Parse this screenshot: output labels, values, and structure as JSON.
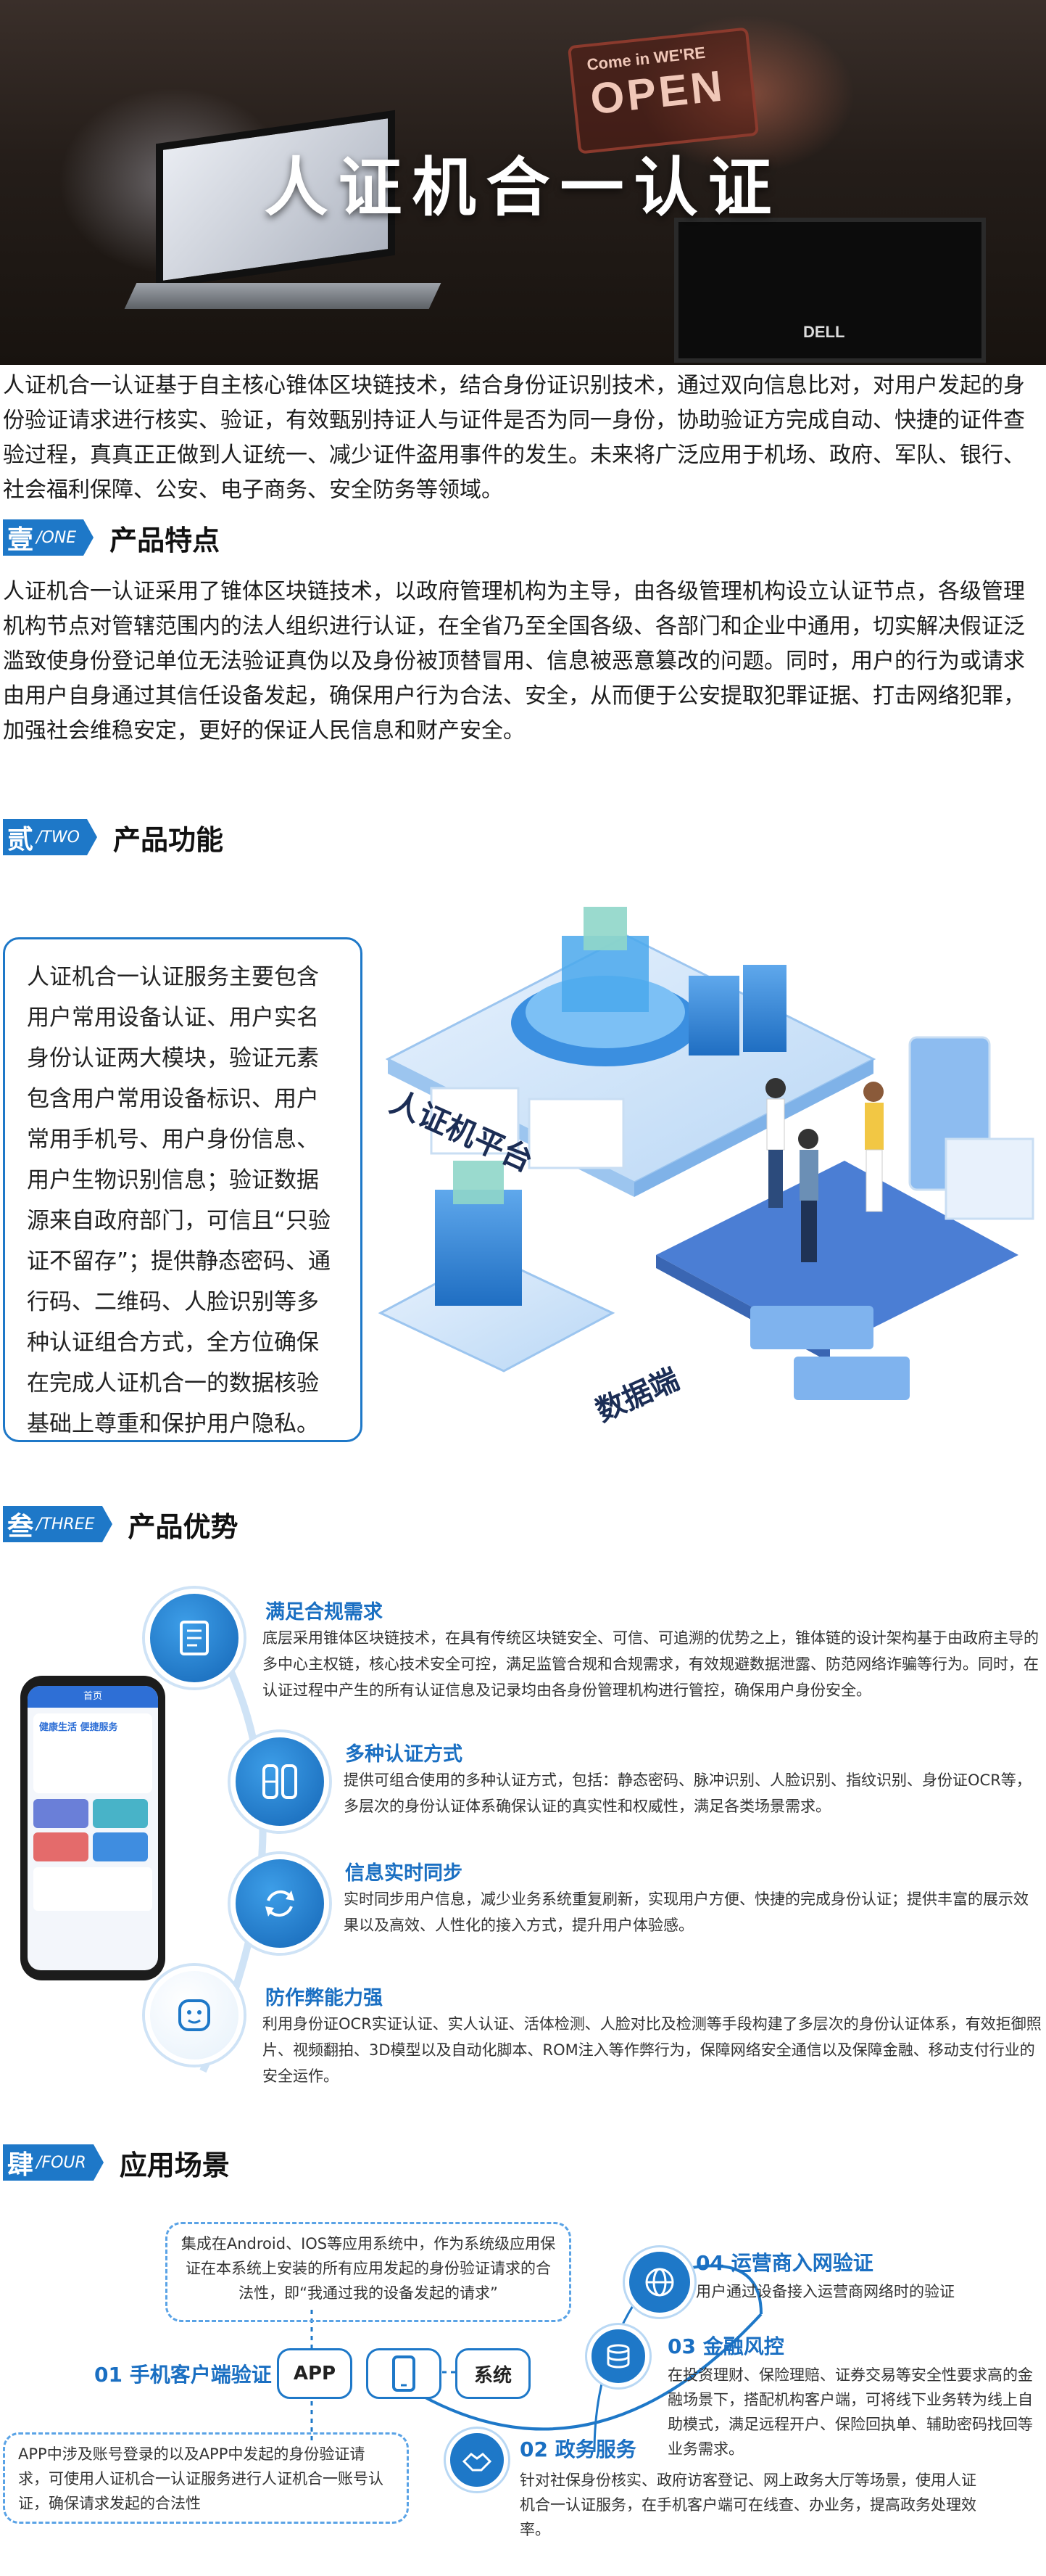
{
  "hero": {
    "title": "人证机合一认证",
    "sign_line1": "Come in WE'RE",
    "sign_line2": "OPEN",
    "monitor_brand": "DELL"
  },
  "intro": "人证机合一认证基于自主核心锥体区块链技术，结合身份证识别技术，通过双向信息比对，对用户发起的身份验证请求进行核实、验证，有效甄别持证人与证件是否为同一身份，协助验证方完成自动、快捷的证件查验过程，真真正正做到人证统一、减少证件盗用事件的发生。未来将广泛应用于机场、政府、军队、银行、社会福利保障、公安、电子商务、安全防务等领域。",
  "sections": {
    "s1": {
      "badge_zh": "壹",
      "badge_en": "ONE",
      "title": "产品特点"
    },
    "s2": {
      "badge_zh": "贰",
      "badge_en": "TWO",
      "title": "产品功能"
    },
    "s3": {
      "badge_zh": "叁",
      "badge_en": "THREE",
      "title": "产品优势"
    },
    "s4": {
      "badge_zh": "肆",
      "badge_en": "FOUR",
      "title": "应用场景"
    }
  },
  "features_text": "人证机合一认证采用了锥体区块链技术，以政府管理机构为主导，由各级管理机构设立认证节点，各级管理机构节点对管辖范围内的法人组织进行认证，在全省乃至全国各级、各部门和企业中通用，切实解决假证泛滥致使身份登记单位无法验证真伪以及身份被顶替冒用、信息被恶意篡改的问题。同时，用户的行为或请求由用户自身通过其信任设备发起，确保用户行为合法、安全，从而便于公安提取犯罪证据、打击网络犯罪，加强社会维稳安定，更好的保证人民信息和财产安全。",
  "function": {
    "text": "人证机合一认证服务主要包含用户常用设备认证、用户实名身份认证两大模块，验证元素包含用户常用设备标识、用户常用手机号、用户身份信息、用户生物识别信息；验证数据源来自政府部门，可信且“只验证不留存”；提供静态密码、通行码、二维码、人脸识别等多种认证组合方式，全方位确保在完成人证机合一的数据核验基础上尊重和保护用户隐私。",
    "platform_label": "人证机平台",
    "data_label": "数据端"
  },
  "phone": {
    "header": "首页",
    "banner": "健康生活 便捷服务"
  },
  "advantages": [
    {
      "title": "满足合规需求",
      "text": "底层采用锥体区块链技术，在具有传统区块链安全、可信、可追溯的优势之上，锥体链的设计架构基于由政府主导的多中心主权链，核心技术安全可控，满足监管合规和合规需求，有效规避数据泄露、防范网络诈骗等行为。同时，在认证过程中产生的所有认证信息及记录均由各身份管理机构进行管控，确保用户身份安全。"
    },
    {
      "title": "多种认证方式",
      "text": "提供可组合使用的多种认证方式，包括：静态密码、脉冲识别、人脸识别、指纹识别、身份证OCR等，多层次的身份认证体系确保认证的真实性和权威性，满足各类场景需求。"
    },
    {
      "title": "信息实时同步",
      "text": "实时同步用户信息，减少业务系统重复刷新，实现用户方便、快捷的完成身份认证；提供丰富的展示效果以及高效、人性化的接入方式，提升用户体验感。"
    },
    {
      "title": "防作弊能力强",
      "text": "利用身份证OCR实证认证、实人认证、活体检测、人脸对比及检测等手段构建了多层次的身份认证体系，有效拒御照片、视频翻拍、3D模型以及自动化脚本、ROM注入等作弊行为，保障网络安全通信以及保障金融、移动支付行业的安全运作。"
    }
  ],
  "scenarios": {
    "top_box": "集成在Android、IOS等应用系统中，作为系统级应用保证在本系统上安装的所有应用发起的身份验证请求的合法性，即“我通过我的设备发起的请求”",
    "bottom_box": "APP中涉及账号登录的以及APP中发起的身份验证请求，可使用人证机合一认证服务进行人证机合一账号认证，确保请求发起的合法性",
    "s01": "01 手机客户端验证",
    "node_app": "APP",
    "node_sys": "系统",
    "s02_title": "02 政务服务",
    "s02_text": "针对社保身份核实、政府访客登记、网上政务大厅等场景，使用人证机合一认证服务，在手机客户端可在线查、办业务，提高政务处理效率。",
    "s03_title": "03 金融风控",
    "s03_text": "在投资理财、保险理赔、证券交易等安全性要求高的金融场景下，搭配机构客户端，可将线下业务转为线上自助模式，满足远程开户、保险回执单、辅助密码找回等业务需求。",
    "s04_title": "04 运营商入网验证",
    "s04_text": "用户通过设备接入运营商网络时的验证"
  }
}
